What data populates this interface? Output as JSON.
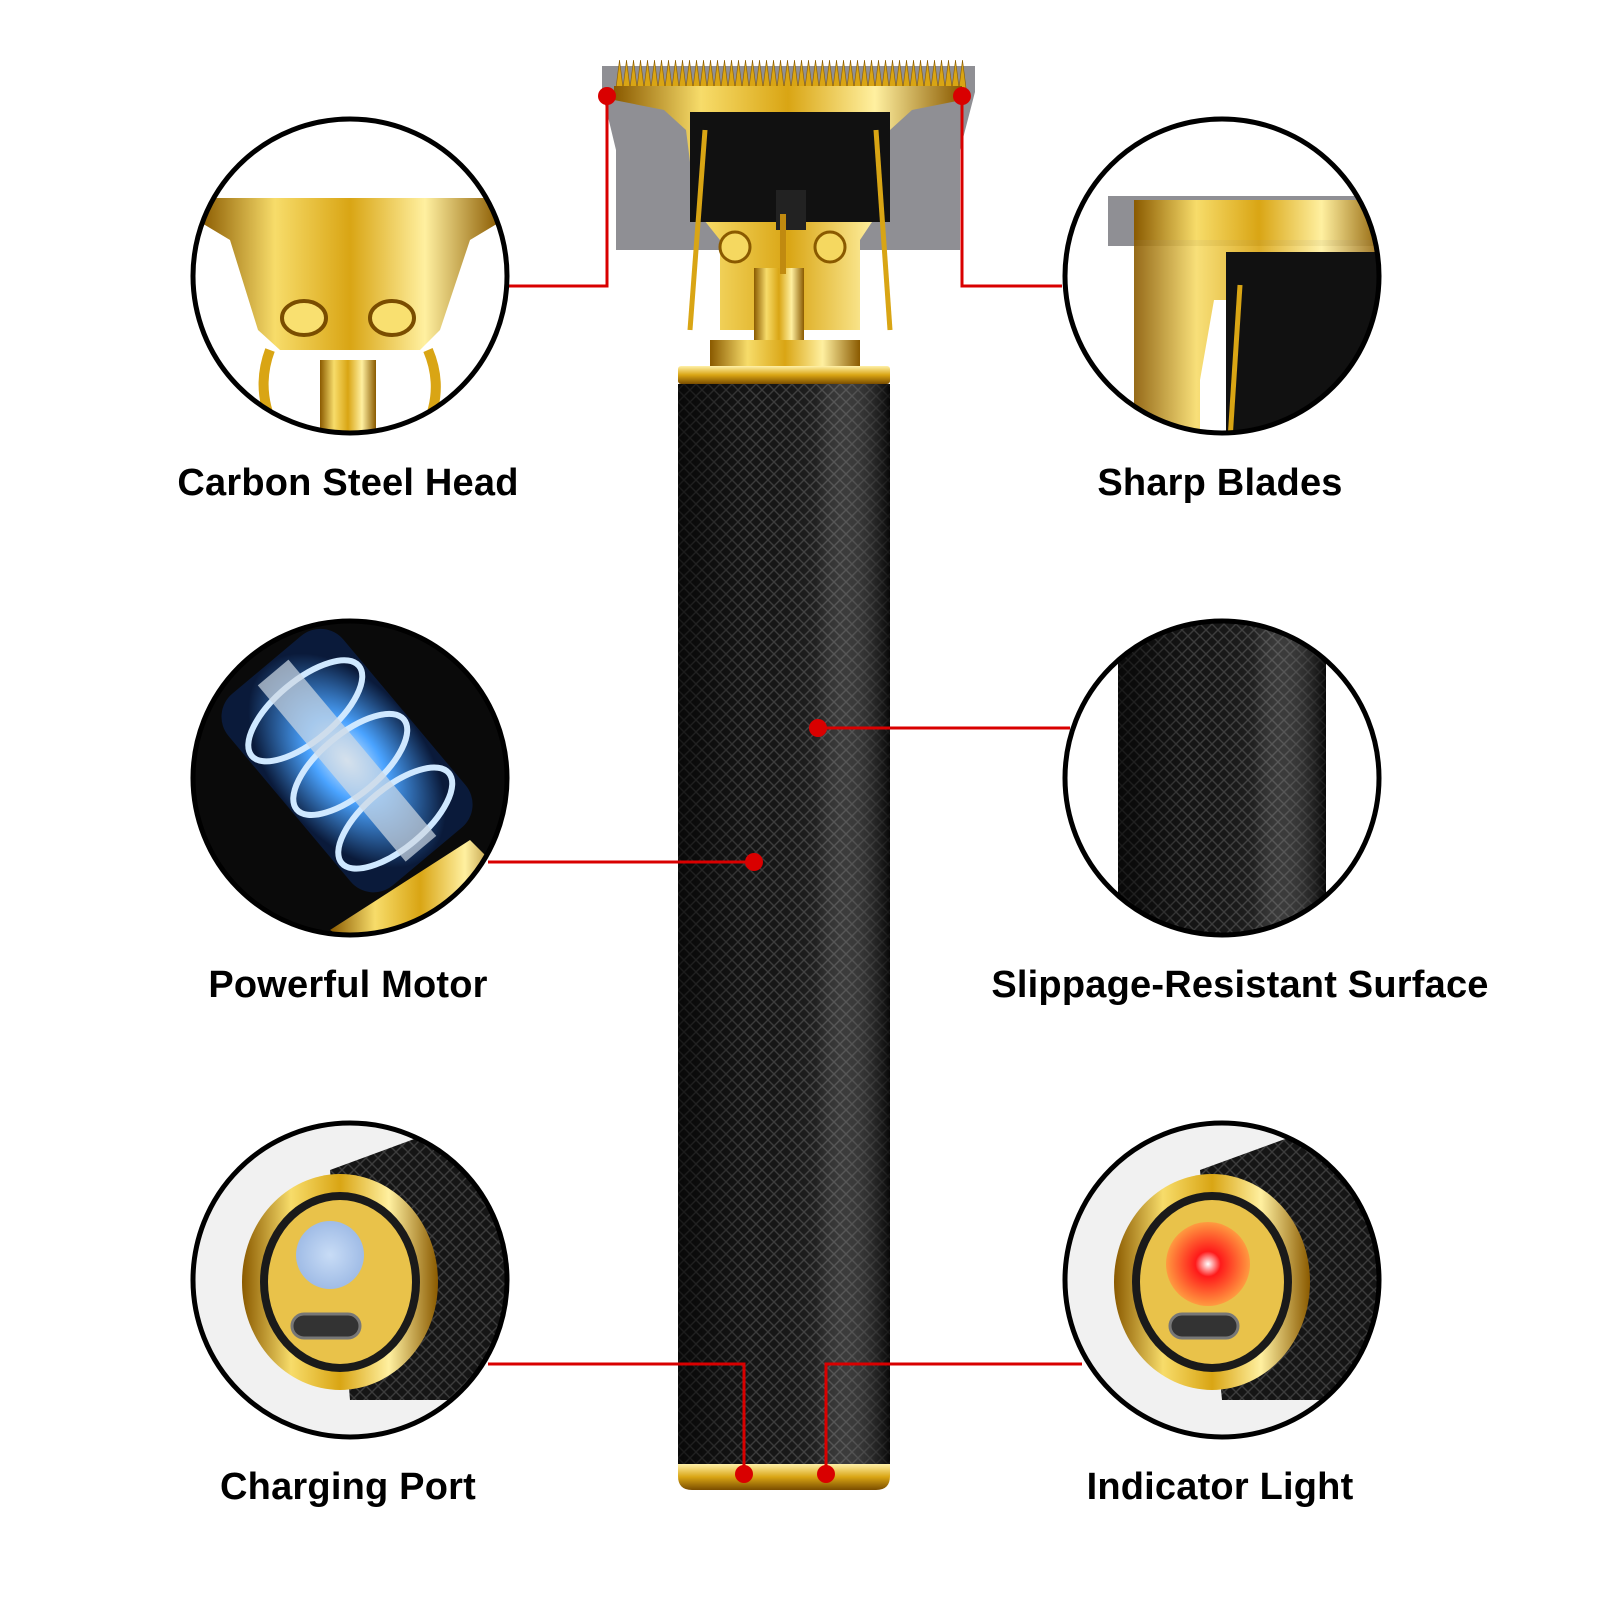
{
  "features": [
    {
      "label": "Carbon Steel Head",
      "icon": "trimmer-head-closeup"
    },
    {
      "label": "Sharp Blades",
      "icon": "blade-teeth-closeup"
    },
    {
      "label": "Powerful Motor",
      "icon": "motor-closeup"
    },
    {
      "label": "Slippage-Resistant Surface",
      "icon": "knurled-grip-closeup"
    },
    {
      "label": "Charging Port",
      "icon": "usb-c-port-closeup"
    },
    {
      "label": "Indicator Light",
      "icon": "indicator-light-closeup"
    }
  ],
  "colors": {
    "callout": "#d90000",
    "gold": "#d9a514",
    "gold_light": "#f7dc6a",
    "body": "#141414",
    "ring": "#000000",
    "indicator_off": "#a9c4ea",
    "indicator_on": "#ff1a1a"
  }
}
